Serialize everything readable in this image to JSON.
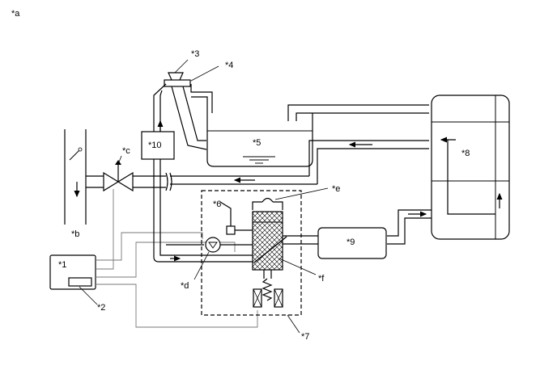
{
  "figure": {
    "title": "*a",
    "labels": {
      "l1": "*1",
      "l2": "*2",
      "l3": "*3",
      "l4": "*4",
      "l5": "*5",
      "l6": "*6",
      "l7": "*7",
      "l8": "*8",
      "l9": "*9",
      "l10": "*10",
      "lb": "*b",
      "lc": "*c",
      "ld": "*d",
      "le": "*e",
      "lf": "*f"
    }
  }
}
